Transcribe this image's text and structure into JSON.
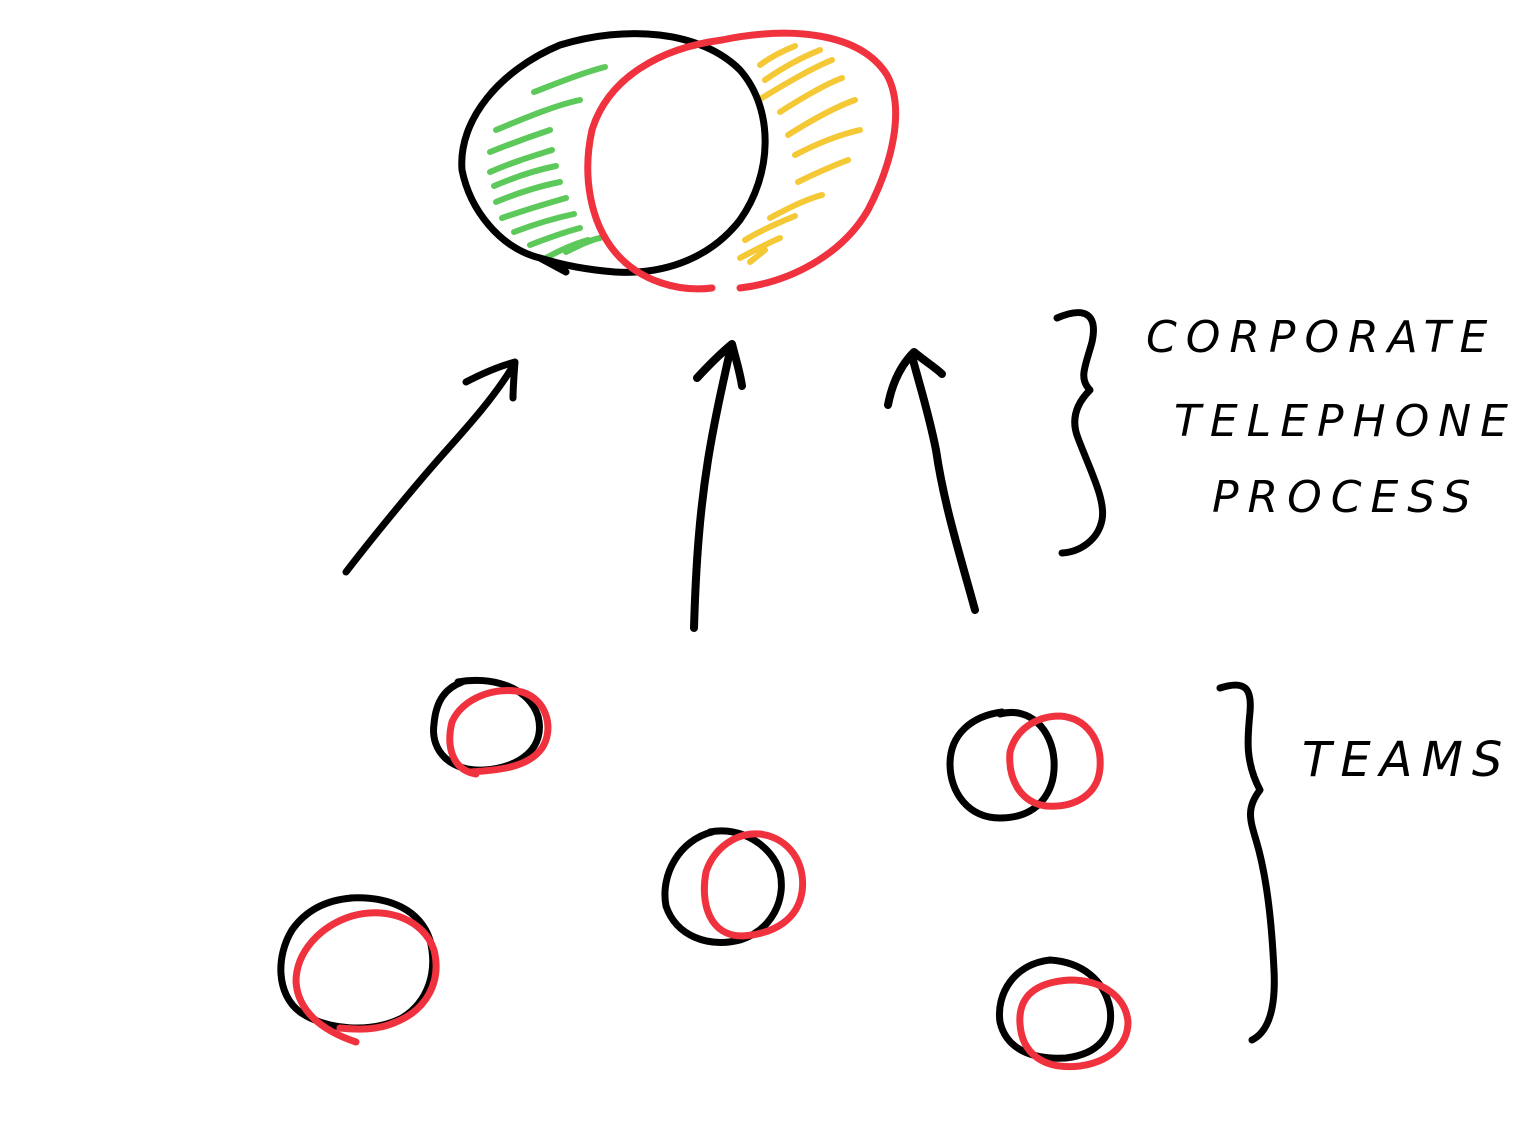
{
  "labels": {
    "corporate_line1": "CORPORATE",
    "corporate_line2": "TELEPHONE",
    "corporate_line3": "PROCESS",
    "teams": "TEAMS"
  },
  "colors": {
    "ink": "#000000",
    "red": "#f0323f",
    "green": "#5cc95a",
    "yellow": "#f5c836",
    "background": "#ffffff"
  }
}
